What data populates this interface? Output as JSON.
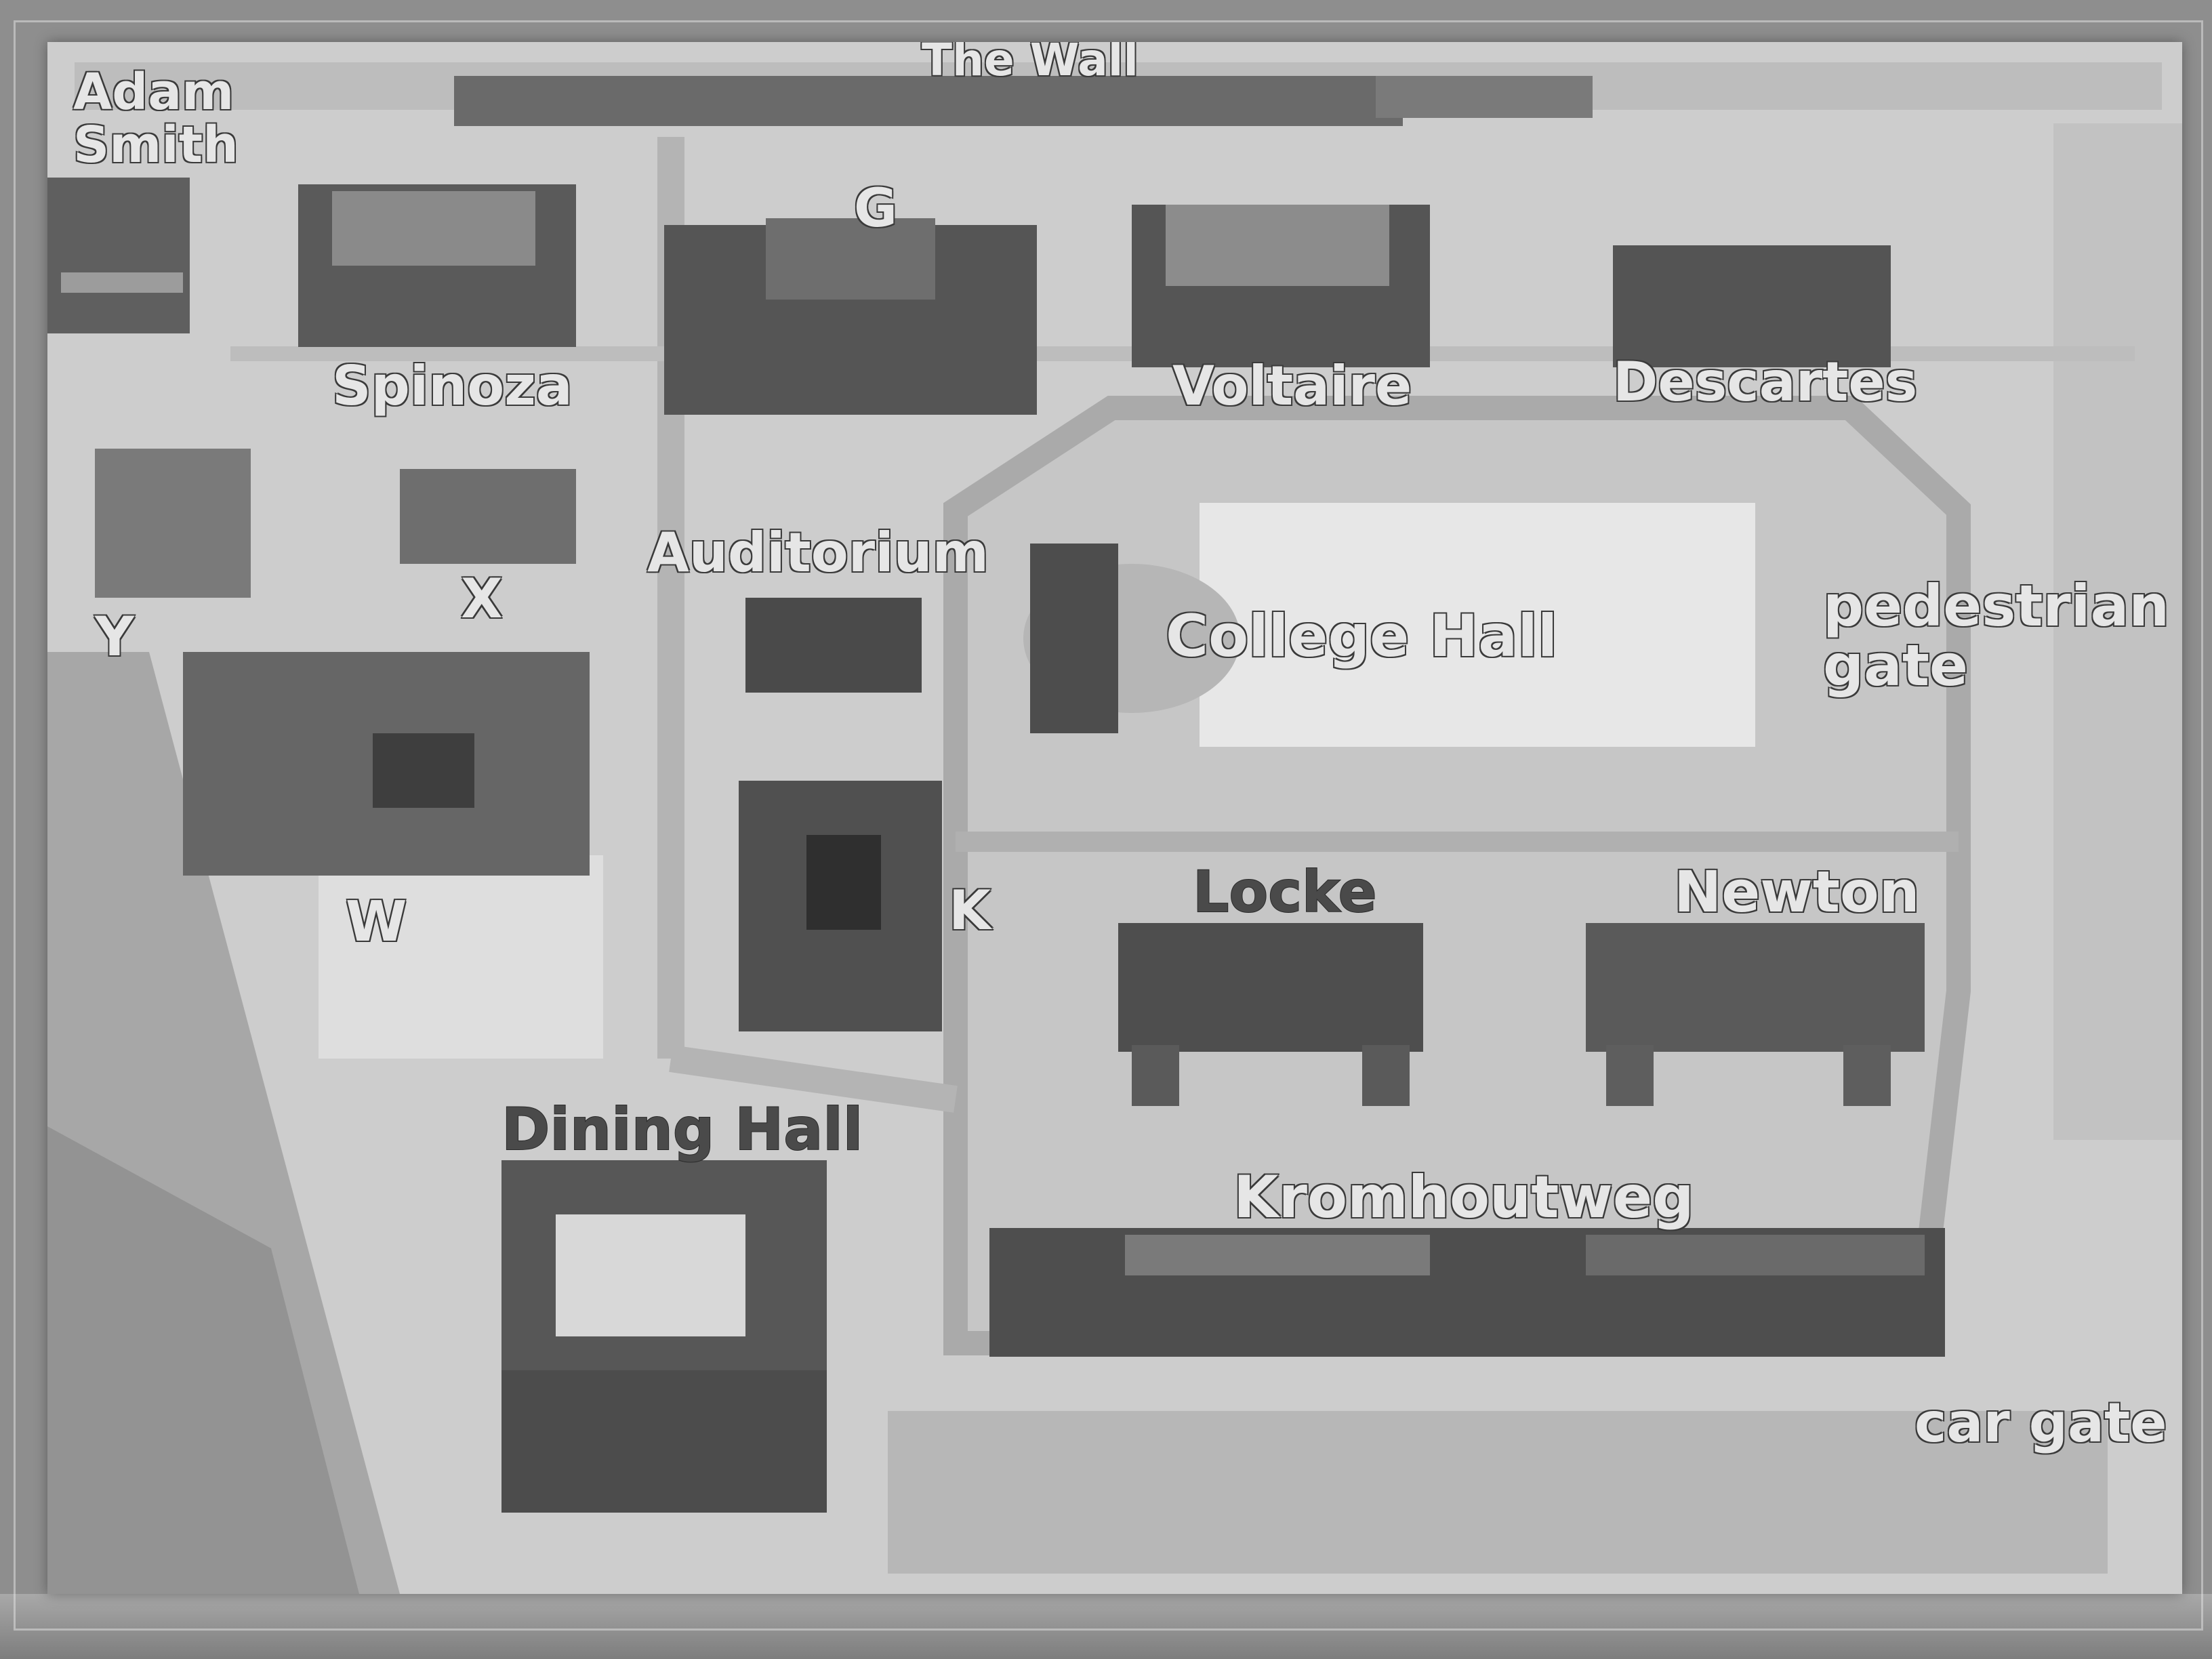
{
  "map": {
    "labels": {
      "the_wall": "The Wall",
      "adam_smith": "Adam\nSmith",
      "g": "G",
      "spinoza": "Spinoza",
      "voltaire": "Voltaire",
      "descartes": "Descartes",
      "auditorium": "Auditorium",
      "college_hall": "College Hall",
      "pedestrian_gate": "pedestrian\ngate",
      "y": "Y",
      "x": "X",
      "w": "W",
      "k": "K",
      "locke": "Locke",
      "newton": "Newton",
      "dining_hall": "Dining Hall",
      "kromhoutweg": "Kromhoutweg",
      "car_gate": "car gate"
    }
  },
  "colors": {
    "paper": "#cfcfcf",
    "road": "#b5b5b5",
    "building": "#5a5a5a",
    "roof": "#3c3c3c",
    "label_fill": "#e6e6e6",
    "label_outline": "#3a3a3a"
  }
}
